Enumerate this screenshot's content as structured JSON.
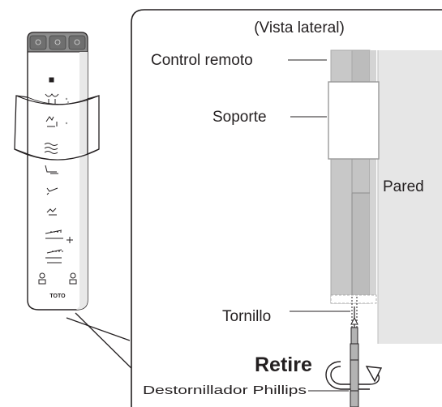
{
  "labels": {
    "view": "(Vista lateral)",
    "remote": "Control remoto",
    "holder": "Soporte",
    "wall": "Pared",
    "screw": "Tornillo",
    "action": "Retire",
    "tool": "Destornillador Phillips"
  },
  "remote_illustration": {
    "brand": "TOTO",
    "button_icons": [
      "stop-icon",
      "rear-wash-icon",
      "front-wash-icon",
      "dryer-icon",
      "wand-position-icon",
      "oscillating-icon",
      "pulsating-icon",
      "pressure-adjust-icon",
      "position-adjust-icon",
      "user-memory-icon"
    ],
    "top_buttons": 3
  },
  "colors": {
    "line": "#231f20",
    "wall": "#e6e6e6",
    "remote_side": "#c8c8c8",
    "remote_edge": "#a8a8a8",
    "screw": "#b3b3b3"
  }
}
